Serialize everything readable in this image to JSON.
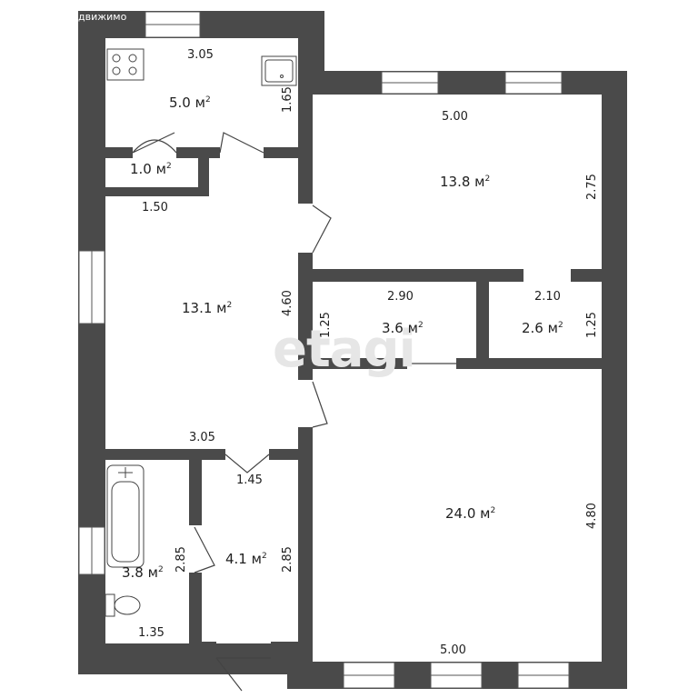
{
  "source_label": "движимо",
  "watermark": "etagi",
  "colors": {
    "wall": "#4a4a4a",
    "fill": "#ffffff",
    "line": "#555555"
  },
  "rooms": [
    {
      "id": "kitchen",
      "area": "5.0 м",
      "sup": "2"
    },
    {
      "id": "closet",
      "area": "1.0 м",
      "sup": "2"
    },
    {
      "id": "room-left",
      "area": "13.1 м",
      "sup": "2"
    },
    {
      "id": "room-top",
      "area": "13.8 м",
      "sup": "2"
    },
    {
      "id": "store-a",
      "area": "3.6 м",
      "sup": "2"
    },
    {
      "id": "store-b",
      "area": "2.6 м",
      "sup": "2"
    },
    {
      "id": "room-big",
      "area": "24.0 м",
      "sup": "2"
    },
    {
      "id": "bath",
      "area": "3.8 м",
      "sup": "2"
    },
    {
      "id": "hall",
      "area": "4.1 м",
      "sup": "2"
    }
  ],
  "dimensions": {
    "kitchen_w": "3.05",
    "kitchen_h": "1.65",
    "top_w": "5.00",
    "top_h": "2.75",
    "closet_w": "1.50",
    "left_h": "4.60",
    "left_w": "3.05",
    "store_a_w": "2.90",
    "store_a_h": "1.25",
    "store_b_w": "2.10",
    "store_b_h": "1.25",
    "hall_w": "1.45",
    "hall_h": "2.85",
    "bath_h": "2.85",
    "bath_w": "1.35",
    "big_h": "4.80",
    "big_w": "5.00"
  }
}
